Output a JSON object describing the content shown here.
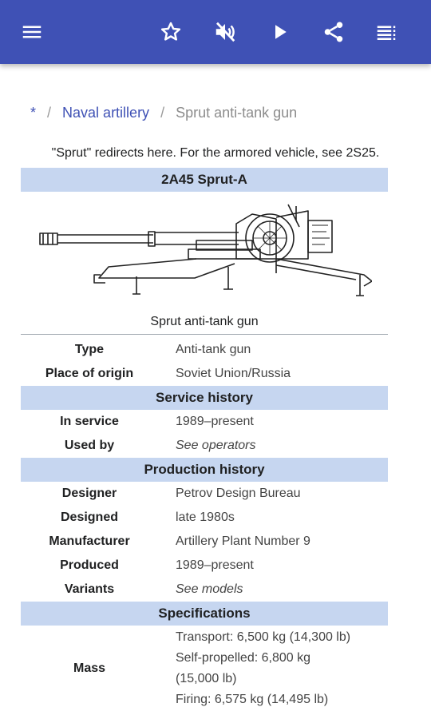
{
  "toolbar": {
    "icons": [
      "menu-icon",
      "star-icon",
      "volume-off-icon",
      "play-icon",
      "share-icon",
      "contents-list-icon"
    ],
    "color": "#3f51b5"
  },
  "breadcrumb": {
    "home": "*",
    "separator": "/",
    "parent": "Naval artillery",
    "current": "Sprut anti-tank gun"
  },
  "hatnote": "\"Sprut\" redirects here. For the armored vehicle, see 2S25.",
  "infobox": {
    "title": "2A45 Sprut-A",
    "caption": "Sprut anti-tank gun",
    "general": [
      {
        "label": "Type",
        "value": "Anti-tank gun"
      },
      {
        "label": "Place of origin",
        "value": "Soviet Union/Russia"
      }
    ],
    "service_header": "Service history",
    "service": [
      {
        "label": "In service",
        "value": "1989–present"
      },
      {
        "label": "Used by",
        "value": "See operators"
      }
    ],
    "production_header": "Production history",
    "production": [
      {
        "label": "Designer",
        "value": "Petrov Design Bureau"
      },
      {
        "label": "Designed",
        "value": "late 1980s"
      },
      {
        "label": "Manufacturer",
        "value": "Artillery Plant Number 9"
      },
      {
        "label": "Produced",
        "value": "1989–present"
      },
      {
        "label": "Variants",
        "value": "See models"
      }
    ],
    "specs_header": "Specifications",
    "mass": {
      "label": "Mass",
      "lines": [
        "Transport: 6,500 kg (14,300 lb)",
        "Self-propelled: 6,800 kg",
        "(15,000 lb)",
        "Firing: 6,575 kg (14,495 lb)"
      ]
    }
  }
}
